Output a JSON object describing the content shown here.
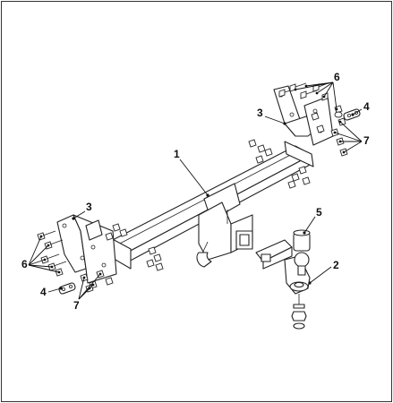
{
  "callouts": {
    "c1": "1",
    "c2": "2",
    "c3_right": "3",
    "c3_left": "3",
    "c4_right": "4",
    "c4_left": "4",
    "c5": "5",
    "c6_right": "6",
    "c6_left": "6",
    "c7_right": "7",
    "c7_left": "7"
  },
  "colors": {
    "line": "#222222",
    "background": "#ffffff"
  }
}
